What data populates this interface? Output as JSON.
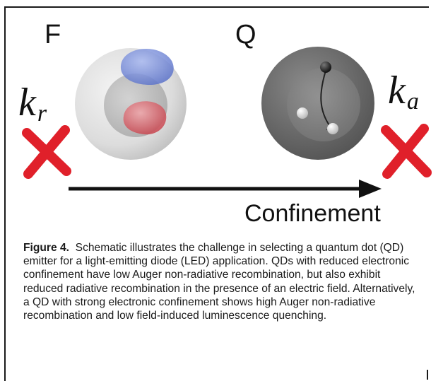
{
  "figure": {
    "label_f": "F",
    "label_q": "Q",
    "rate_left": {
      "symbol": "k",
      "subscript": "r"
    },
    "rate_right": {
      "symbol": "k",
      "subscript": "a"
    },
    "axis_label": "Confinement",
    "colors": {
      "cross": "#e0202a",
      "arrow": "#111111",
      "hole_blue": "#6c86d8",
      "electron_red": "#d44a52",
      "dark_sphere": "#6e6e6e"
    },
    "icons": [
      "red-x-icon",
      "red-x-icon",
      "right-arrow-icon"
    ]
  },
  "caption": {
    "label": "Figure 4.",
    "text": "Schematic illustrates the challenge in selecting a quantum dot (QD) emitter for a light-emitting diode (LED) application. QDs with reduced electronic confinement have low Auger non-radiative recombination, but also exhibit reduced radiative recombination in the presence of an electric field. Alternatively, a QD with strong electronic confinement shows high Auger non-radiative recombination and low field-induced luminescence quenching."
  }
}
